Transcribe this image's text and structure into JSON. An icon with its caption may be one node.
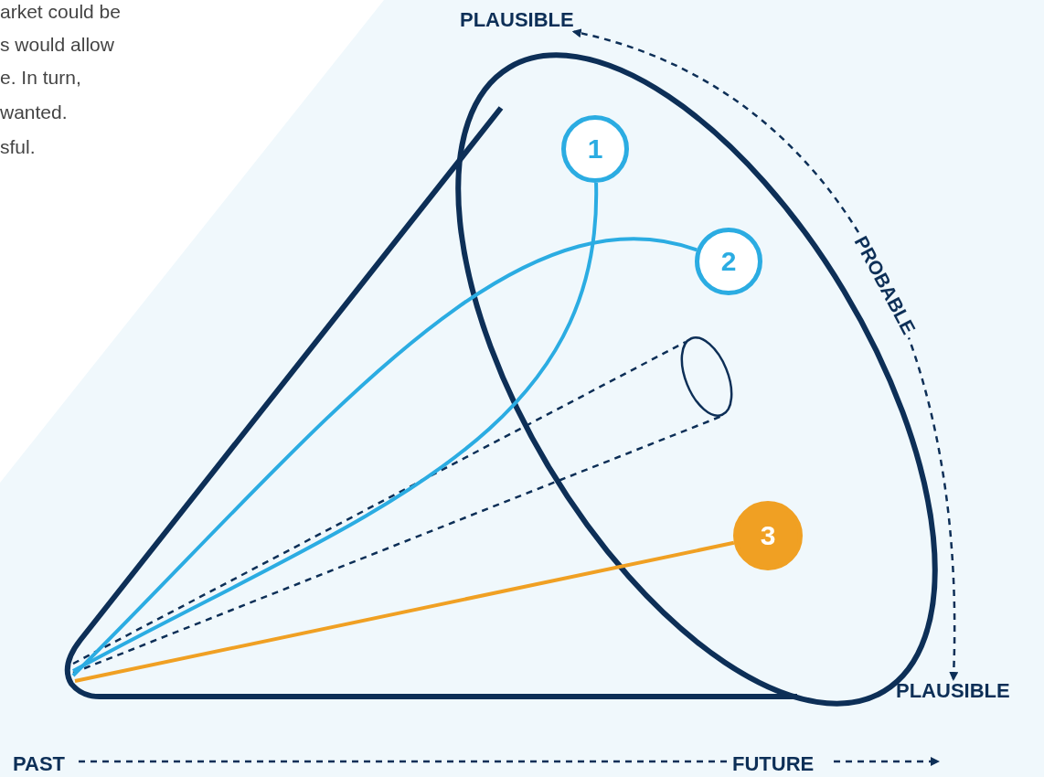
{
  "diagram": {
    "nodes": [
      {
        "text": [
          "PLAUSIBLE"
        ]
      },
      {
        "text": [
          "1"
        ]
      },
      {
        "text": [
          "2"
        ]
      },
      {
        "text": [
          "3"
        ]
      },
      {
        "text": [
          "PLAUSIBLE"
        ]
      }
    ],
    "edges": [
      {
        "from": 4,
        "to": 0,
        "arrow": "both",
        "style": "dashed",
        "color": "#0d2f57",
        "label": "PROBABLE"
      },
      {
        "from": null,
        "to": 1,
        "arrow": "none"
      },
      {
        "from": null,
        "to": 2,
        "arrow": "none"
      },
      {
        "from": null,
        "to": 3,
        "arrow": "none",
        "color": "#f0a023"
      }
    ],
    "labels": [
      "arket could be",
      "s would allow",
      "e. In turn,",
      "wanted.",
      "sful.",
      "PAST",
      "FUTURE"
    ]
  }
}
